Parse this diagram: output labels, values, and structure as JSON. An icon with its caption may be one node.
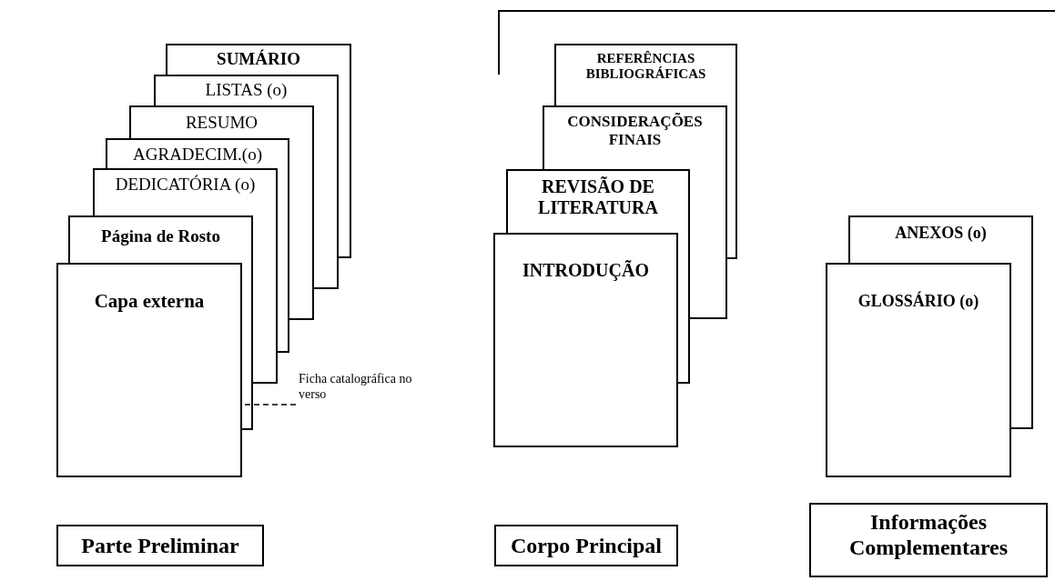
{
  "diagram": {
    "nodes": [
      {
        "text": [
          "SUMÁRIO"
        ]
      },
      {
        "text": [
          "LISTAS (o)"
        ]
      },
      {
        "text": [
          "RESUMO"
        ]
      },
      {
        "text": [
          "AGRADECIM.(o)"
        ]
      },
      {
        "text": [
          "DEDICATÓRIA (o)"
        ]
      },
      {
        "text": [
          "Página de Rosto"
        ]
      },
      {
        "text": [
          "Capa externa"
        ]
      },
      {
        "text": [
          "Ficha catalográfica no verso"
        ]
      },
      {
        "text": [
          "REFERÊNCIAS BIBLIOGRÁFICAS"
        ]
      },
      {
        "text": [
          "CONSIDERAÇÕES FINAIS"
        ]
      },
      {
        "text": [
          "REVISÃO DE LITERATURA"
        ]
      },
      {
        "text": [
          "INTRODUÇÃO"
        ]
      },
      {
        "text": [
          "ANEXOS (o)"
        ]
      },
      {
        "text": [
          "GLOSSÁRIO (o)"
        ]
      },
      {
        "text": [
          "Parte Preliminar"
        ]
      },
      {
        "text": [
          "Corpo Principal"
        ]
      },
      {
        "text": [
          "Informações Complementares"
        ]
      }
    ],
    "edges": [
      {
        "from": 7,
        "to": 6,
        "arrow": "none",
        "style": "dashed"
      }
    ]
  }
}
